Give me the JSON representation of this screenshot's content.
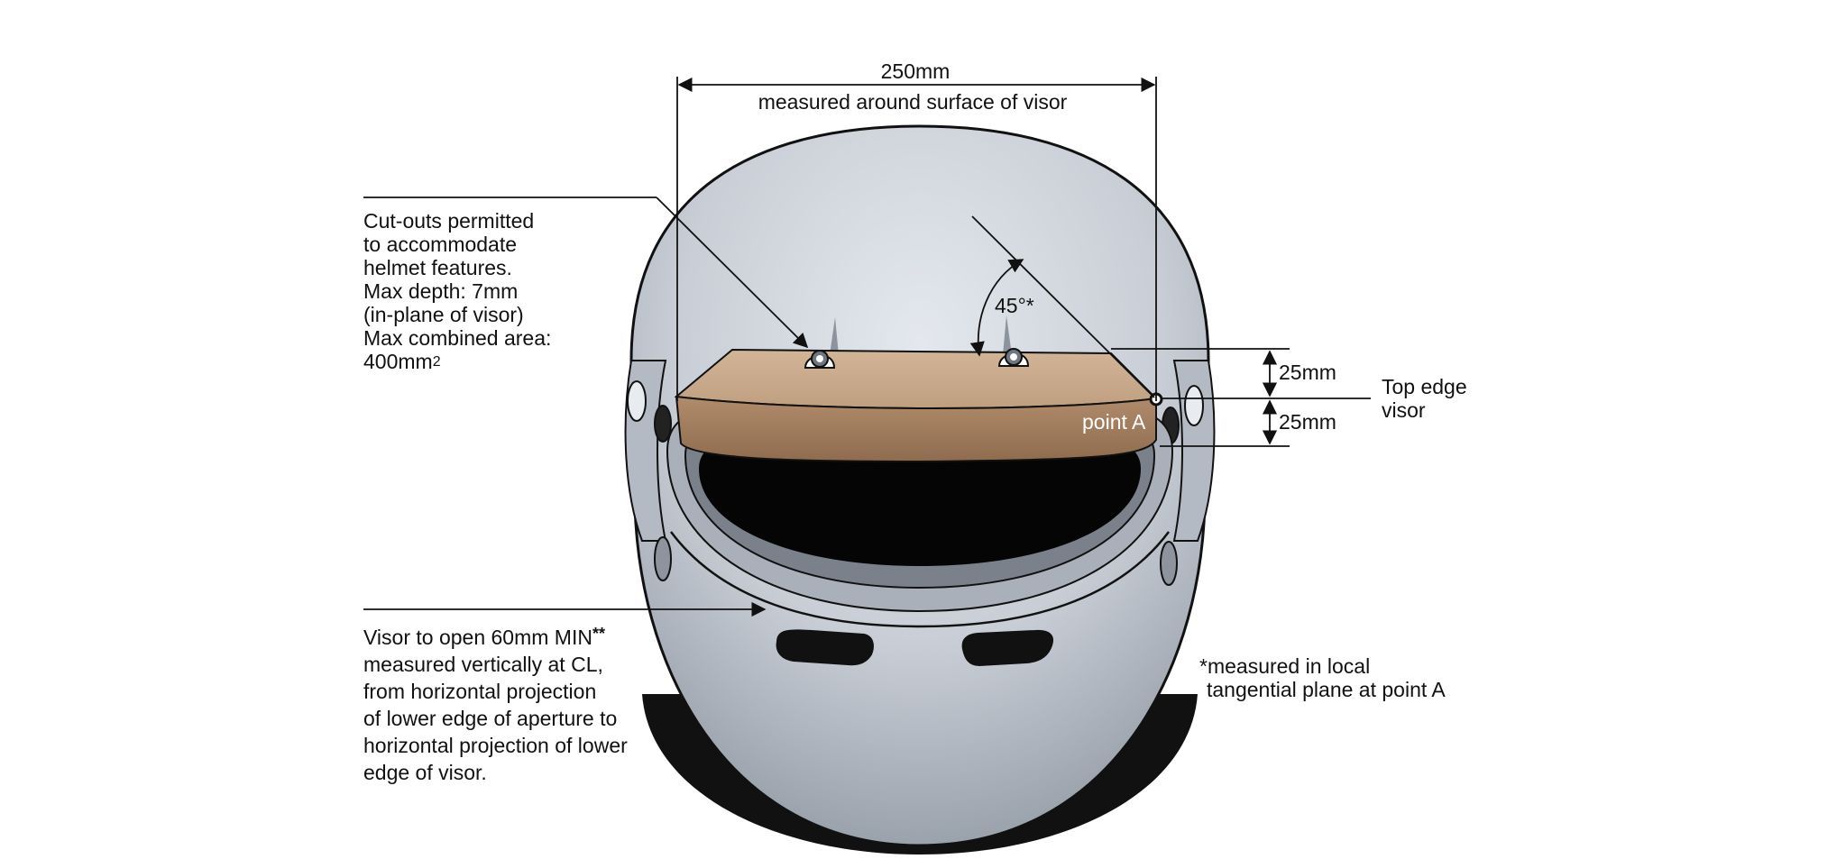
{
  "colors": {
    "helmet_shell": "#c9ced6",
    "helmet_shadow": "#9aa2ac",
    "visor_top": "#c8a88a",
    "visor_front": "#a07c5c",
    "aperture": "#050505",
    "line": "#111111"
  },
  "width_dimension": {
    "value": "250mm",
    "note": "measured around surface of visor"
  },
  "angle_label": "45°*",
  "cutouts_note": {
    "lines": [
      "Cut-outs permitted",
      "to accommodate",
      "helmet features.",
      "Max depth: 7mm",
      "(in-plane of visor)",
      "Max combined area:"
    ],
    "area_value": "400mm",
    "area_superscript": "2"
  },
  "upper_dimension": "25mm",
  "lower_dimension": "25mm",
  "top_edge_label": {
    "line1": "Top edge",
    "line2": "visor"
  },
  "point_label": "point A",
  "visor_open_note": {
    "first_line": "Visor to open 60mm MIN",
    "first_line_marker": "**",
    "lines": [
      "measured vertically at CL,",
      "from horizontal projection",
      "of lower edge of aperture to",
      "horizontal projection of lower",
      "edge of visor."
    ]
  },
  "footnote": {
    "line1": "*measured in local",
    "line2": "tangential plane at point A"
  }
}
